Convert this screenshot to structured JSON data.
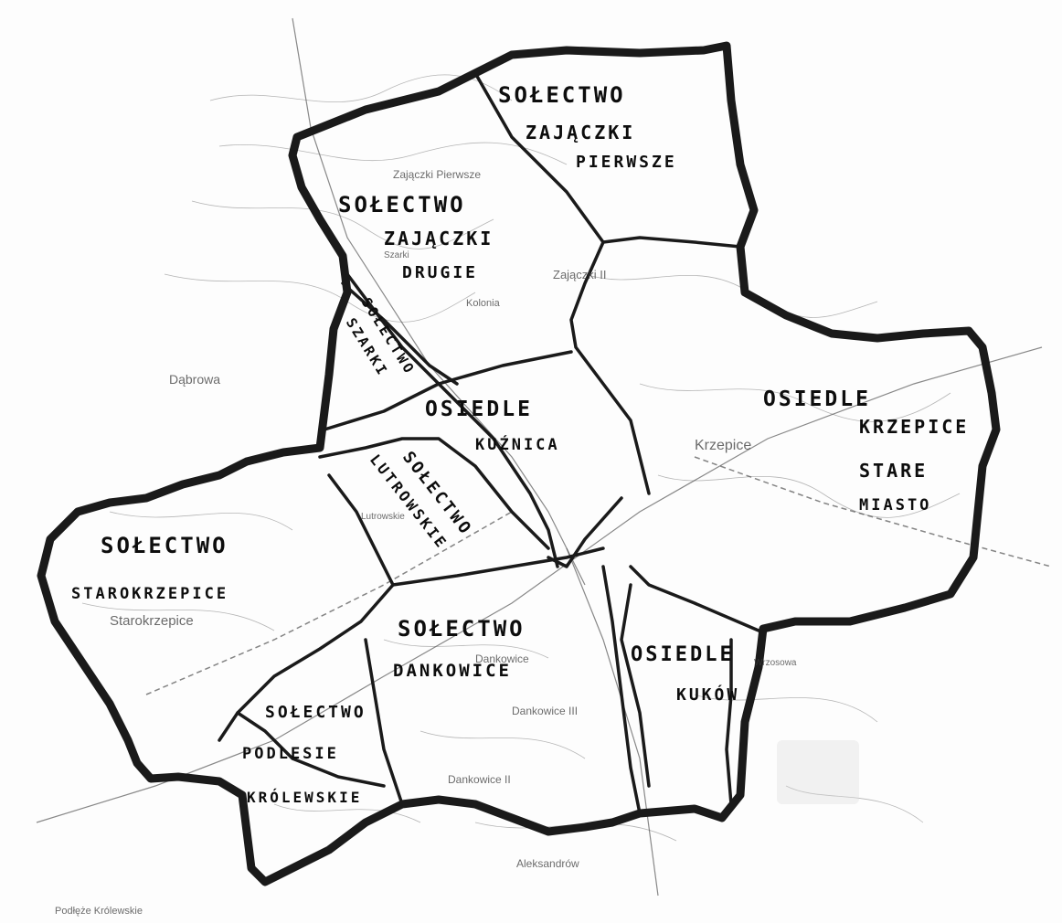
{
  "map": {
    "regions": [
      {
        "id": "zajaczki-pierwsze",
        "lines": [
          "SOŁECTWO",
          "ZAJĄCZKI",
          "PIERWSZE"
        ]
      },
      {
        "id": "zajaczki-drugie",
        "lines": [
          "SOŁECTWO",
          "ZAJĄCZKI",
          "DRUGIE"
        ]
      },
      {
        "id": "szarki",
        "lines": [
          "SOŁECTWO",
          "SZARKI"
        ]
      },
      {
        "id": "osiedle-kuznica",
        "lines": [
          "OSIEDLE",
          "KUŹNICA"
        ]
      },
      {
        "id": "osiedle-krzepice",
        "lines": [
          "OSIEDLE",
          "KRZEPICE",
          "STARE",
          "MIASTO"
        ]
      },
      {
        "id": "starokrzepice",
        "lines": [
          "SOŁECTWO",
          "STAROKRZEPICE"
        ]
      },
      {
        "id": "lutrowskie",
        "lines": [
          "SOŁECTWO",
          "LUTROWSKIE"
        ]
      },
      {
        "id": "dankowice",
        "lines": [
          "SOŁECTWO",
          "DANKOWICE"
        ]
      },
      {
        "id": "kukow",
        "lines": [
          "OSIEDLE",
          "KUKÓW"
        ]
      },
      {
        "id": "podlesie",
        "lines": [
          "SOŁECTWO",
          "PODLESIE",
          "KRÓLEWSKIE"
        ]
      }
    ],
    "places": [
      "Zajączki Pierwsze",
      "Zajączki II",
      "Kolonia",
      "Dąbrowa",
      "Krzepice",
      "Starokrzepice",
      "Dankowice",
      "Dankowice III",
      "Dankowice II",
      "Aleksandrów",
      "Wrzosowa",
      "Szarki",
      "Lutrowskie",
      "Podłęże Królewskie"
    ],
    "colors": {
      "boundary": "#1a1a1a",
      "topo": "#7a7a7a",
      "paper": "#fdfdfd"
    }
  }
}
